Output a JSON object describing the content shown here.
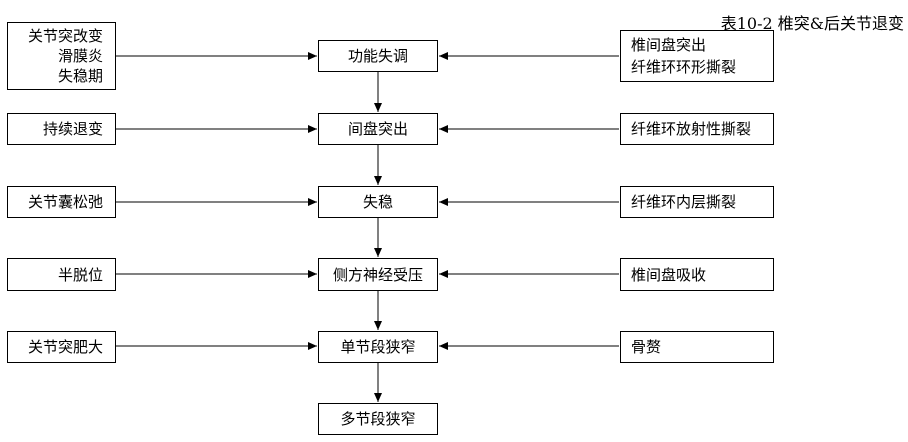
{
  "title": "表10-2 椎突&后关节退变",
  "center_steps": [
    "功能失调",
    "间盘突出",
    "失稳",
    "侧方神经受压",
    "单节段狭窄",
    "多节段狭窄"
  ],
  "left_factors": [
    [
      "关节突改变",
      "滑膜炎",
      "失稳期"
    ],
    [
      "持续退变"
    ],
    [
      "关节囊松弛"
    ],
    [
      "半脱位"
    ],
    [
      "关节突肥大"
    ]
  ],
  "right_factors": [
    [
      "椎间盘突出",
      "纤维环环形撕裂"
    ],
    [
      "纤维环放射性撕裂"
    ],
    [
      "纤维环内层撕裂"
    ],
    [
      "椎间盘吸收"
    ],
    [
      "骨赘"
    ]
  ]
}
